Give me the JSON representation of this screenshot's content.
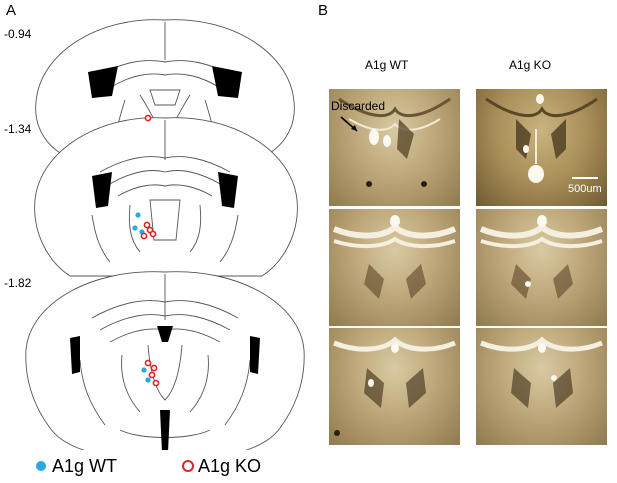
{
  "panels": {
    "a": "A",
    "b": "B"
  },
  "bregma_levels": [
    "-0.94",
    "-1.34",
    "-1.82"
  ],
  "columns": {
    "wt": "A1g WT",
    "ko": "A1g KO"
  },
  "annotation": "Discarded",
  "scale_bar": "500um",
  "legend": {
    "wt_label": "A1g WT",
    "ko_label": "A1g KO",
    "wt_color": "#29a9e0",
    "ko_color": "#e02424"
  },
  "colors": {
    "tissue": "#bda77a",
    "line": "#555555"
  },
  "injection_sites": {
    "section_1": {
      "wt": 0,
      "ko": 1
    },
    "section_2": {
      "wt": 3,
      "ko": 4
    },
    "section_3": {
      "wt": 2,
      "ko": 4
    }
  }
}
